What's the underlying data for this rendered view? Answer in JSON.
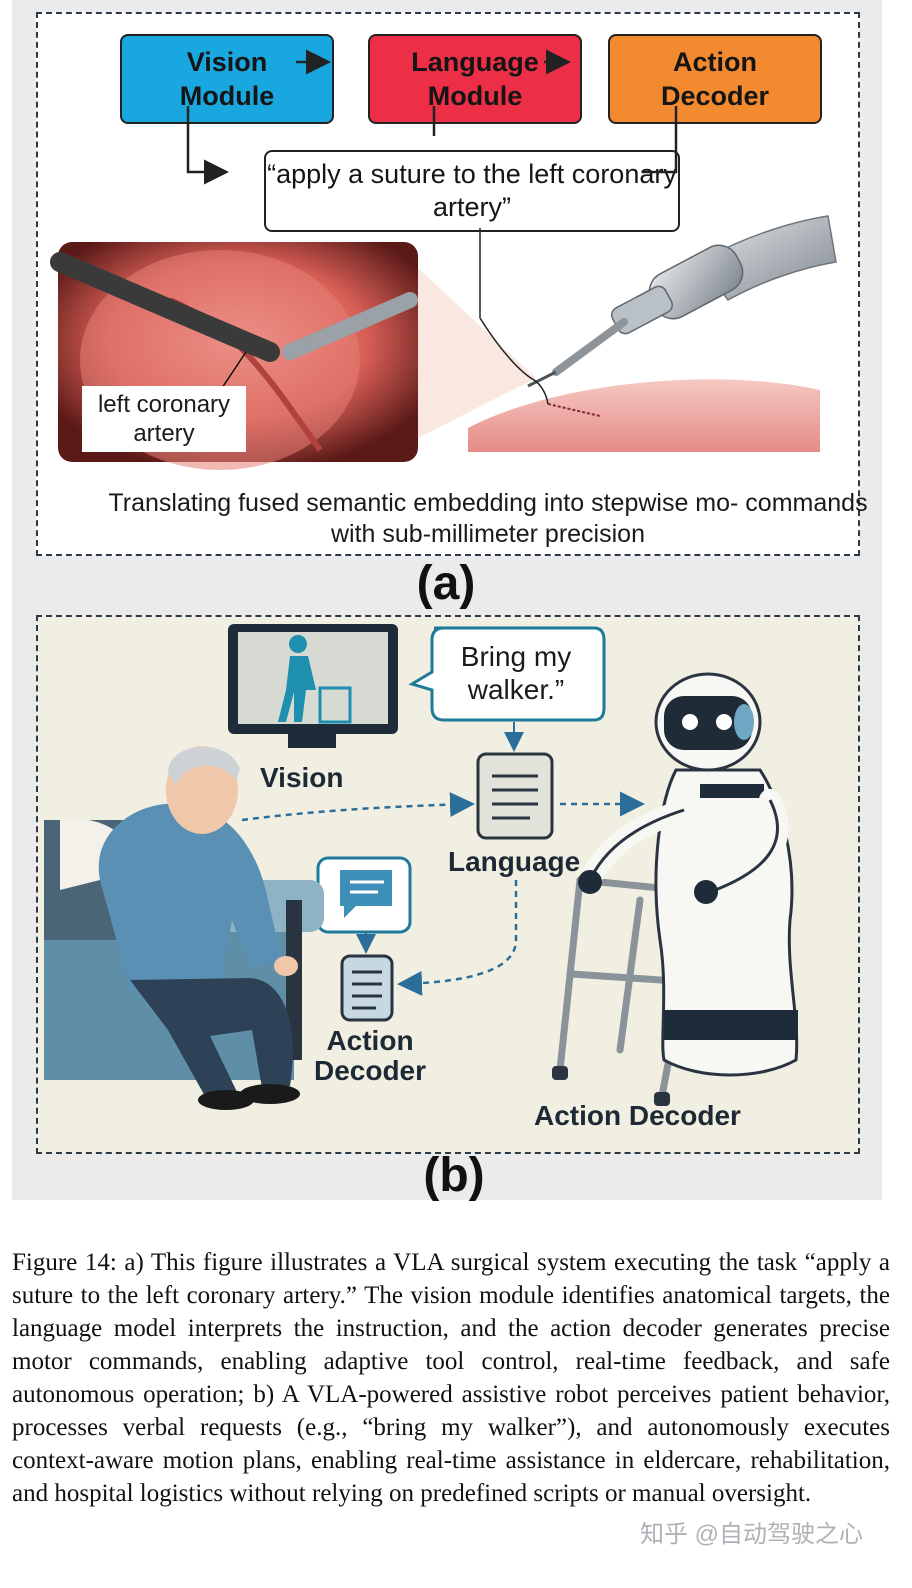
{
  "panel_a": {
    "modules": {
      "vision": "Vision\nModule",
      "language": "Language\nModule",
      "action": "Action\nDecoder"
    },
    "instruction": "“apply a suture to the left coronary artery”",
    "surgical_label": "left coronary artery",
    "caption": "Translating fused semantic embedding into stepwise mo- commands with sub-millimeter precision",
    "letter": "(a)",
    "colors": {
      "vision": "#19a7e0",
      "language": "#ec2f46",
      "action": "#f38a2f"
    }
  },
  "panel_b": {
    "speech": "Bring my walker.”",
    "vision_label": "Vision",
    "language_label": "Language",
    "action_label_small": "Action Decoder",
    "action_label_big": "Action Decoder",
    "letter": "(b)"
  },
  "figure_caption": "Figure 14: a) This figure illustrates a VLA surgical system executing the task “apply a suture to the left coronary artery.” The vision module identifies anatomical targets, the language model interprets the instruction, and the action decoder generates precise motor commands, enabling adaptive tool control, real-time feedback, and safe autonomous operation; b) A VLA-powered assistive robot perceives patient behavior, processes verbal requests (e.g., “bring my walker”), and autonomously executes context-aware motion plans, enabling real-time assistance in eldercare, rehabilitation, and hospital logistics without relying on predefined scripts or manual oversight.",
  "watermark": "知乎 @自动驾驶之心"
}
